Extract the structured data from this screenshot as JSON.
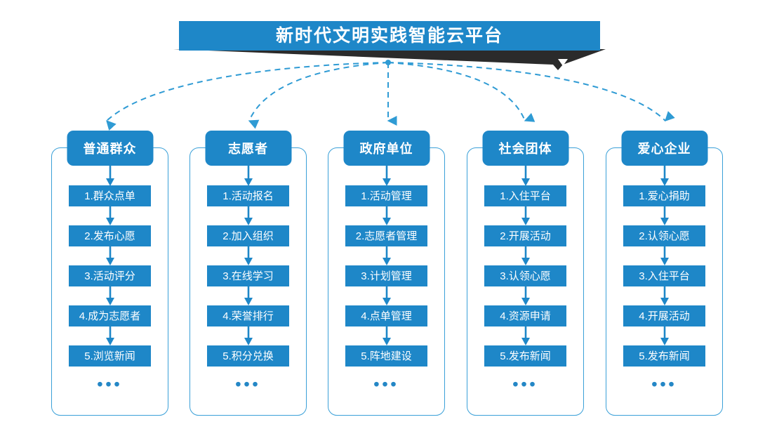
{
  "banner": {
    "title": "新时代文明实践智能云平台",
    "bar_color": "#1e87c8",
    "tail_color": "#2b2b2b",
    "text_color": "#ffffff"
  },
  "theme": {
    "accent": "#1e87c8",
    "outline": "#3aa0d8",
    "dash": "#2f9bd4",
    "background": "#ffffff"
  },
  "ellipsis": "•••",
  "columns": [
    {
      "id": "ordinary-public",
      "header": "普通群众",
      "steps": [
        "1.群众点单",
        "2.发布心愿",
        "3.活动评分",
        "4.成为志愿者",
        "5.浏览新闻"
      ]
    },
    {
      "id": "volunteer",
      "header": "志愿者",
      "steps": [
        "1.活动报名",
        "2.加入组织",
        "3.在线学习",
        "4.荣誉排行",
        "5.积分兑换"
      ]
    },
    {
      "id": "government-unit",
      "header": "政府单位",
      "steps": [
        "1.活动管理",
        "2.志愿者管理",
        "3.计划管理",
        "4.点单管理",
        "5.阵地建设"
      ]
    },
    {
      "id": "social-group",
      "header": "社会团体",
      "steps": [
        "1.入住平台",
        "2.开展活动",
        "3.认领心愿",
        "4.资源申请",
        "5.发布新闻"
      ]
    },
    {
      "id": "caring-enterprise",
      "header": "爱心企业",
      "steps": [
        "1.爱心捐助",
        "2.认领心愿",
        "3.入住平台",
        "4.开展活动",
        "5.发布新闻"
      ]
    }
  ]
}
